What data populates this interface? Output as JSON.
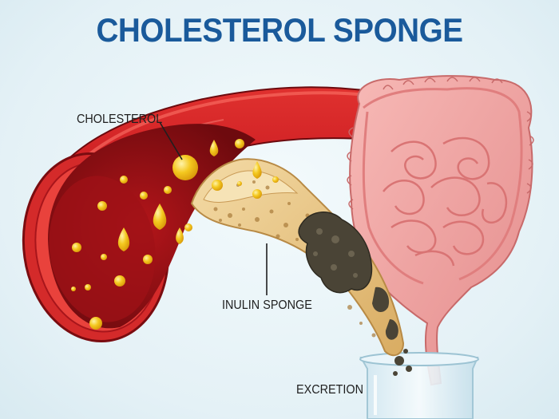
{
  "title": "CHOLESTEROL SPONGE",
  "labels": {
    "cholesterol": "CHOLESTEROL",
    "inulin_sponge": "INULIN SPONGE",
    "excretion": "EXCRETION"
  },
  "colors": {
    "title": "#1a5a9b",
    "artery_outer": "#b3141c",
    "artery_inner": "#8a0f14",
    "blood": "#a51217",
    "cholesterol_droplet": "#f2c21a",
    "sponge": "#e9c98a",
    "waste": "#4a4436",
    "intestine": "#f1a5a3",
    "beaker": "#dfeef5"
  }
}
